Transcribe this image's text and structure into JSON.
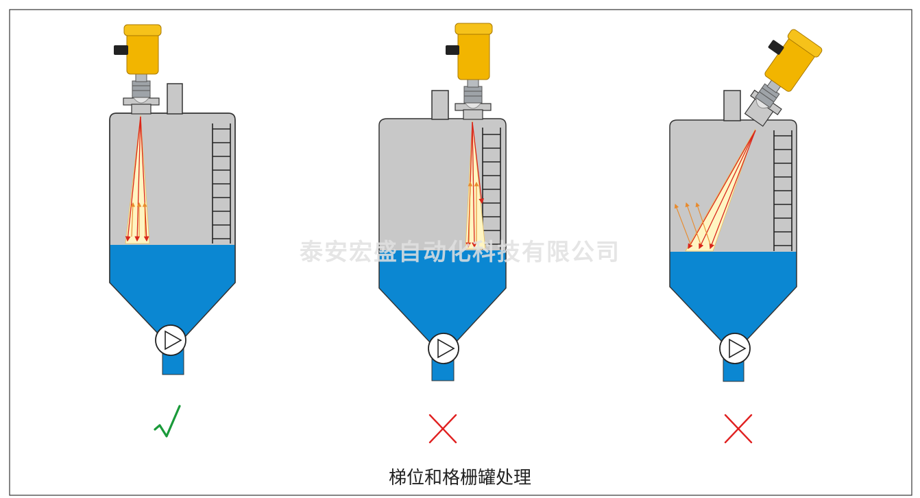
{
  "caption": "梯位和格栅罐处理",
  "watermark": "泰安宏盛自动化科技有限公司",
  "colors": {
    "tank_body": "#c8c8c8",
    "liquid": "#0b87d2",
    "sensor_yellow": "#f2b500",
    "beam_red": "#d9261c",
    "beam_fill": "#fff5c2",
    "reflect_orange": "#e88a2c",
    "check_green": "#1a9a3a",
    "cross_red": "#e02020"
  },
  "panels": [
    {
      "id": "vertical-mount",
      "verdict": "correct",
      "verdict_icon": "check-mark-icon"
    },
    {
      "id": "near-ladder-mount",
      "verdict": "wrong",
      "verdict_icon": "cross-icon"
    },
    {
      "id": "tilted-mount",
      "verdict": "wrong",
      "verdict_icon": "cross-icon"
    }
  ]
}
